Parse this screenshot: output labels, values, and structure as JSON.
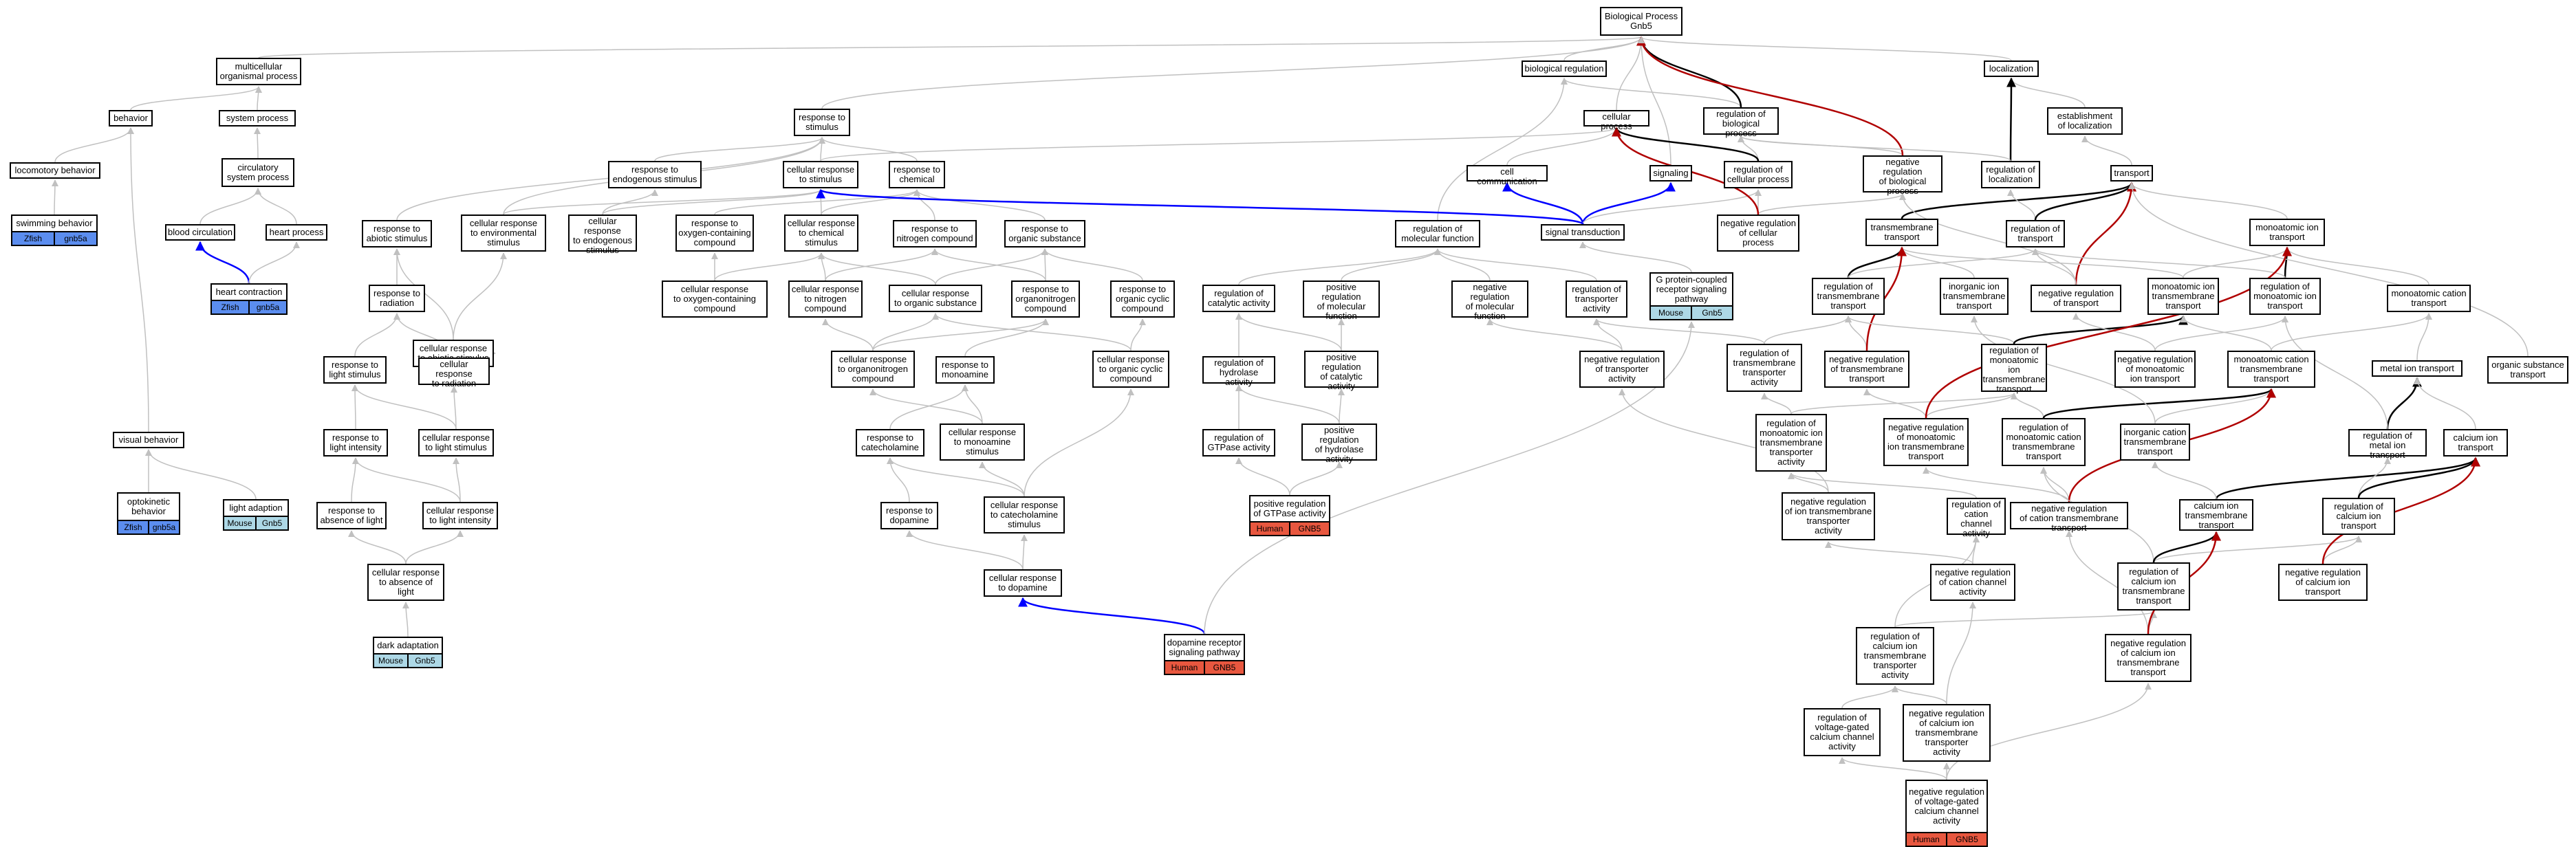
{
  "colors": {
    "edge_default": "#c0c0c0",
    "edge_black": "#000000",
    "edge_red": "#b00000",
    "edge_blue": "#0000ff",
    "zfish_tag": "#5b8def",
    "mouse_tag": "#add8e6",
    "human_tag": "#e8573f"
  },
  "nodes": [
    {
      "id": "bp",
      "label": "Biological Process\nGnb5"
    },
    {
      "id": "multi",
      "label": "multicellular\norganismal process"
    },
    {
      "id": "behavior",
      "label": "behavior"
    },
    {
      "id": "sysproc",
      "label": "system process"
    },
    {
      "id": "loco",
      "label": "locomotory behavior"
    },
    {
      "id": "circ",
      "label": "circulatory\nsystem process"
    },
    {
      "id": "swim",
      "label": "swimming behavior",
      "tags": [
        {
          "org": "Zfish",
          "gene": "gnb5a"
        }
      ]
    },
    {
      "id": "bloodcirc",
      "label": "blood circulation"
    },
    {
      "id": "heartproc",
      "label": "heart process"
    },
    {
      "id": "heartcon",
      "label": "heart contraction",
      "tags": [
        {
          "org": "Zfish",
          "gene": "gnb5a"
        }
      ]
    },
    {
      "id": "visual",
      "label": "visual behavior"
    },
    {
      "id": "optok",
      "label": "optokinetic\nbehavior",
      "tags": [
        {
          "org": "Zfish",
          "gene": "gnb5a"
        }
      ]
    },
    {
      "id": "lightadapt",
      "label": "light adaption",
      "tags": [
        {
          "org": "Mouse",
          "gene": "Gnb5"
        }
      ]
    },
    {
      "id": "darkadapt",
      "label": "dark adaptation",
      "tags": [
        {
          "org": "Mouse",
          "gene": "Gnb5"
        }
      ]
    },
    {
      "id": "respstim",
      "label": "response to\nstimulus"
    },
    {
      "id": "respabiotic",
      "label": "response to\nabiotic stimulus"
    },
    {
      "id": "crenv",
      "label": "cellular response\nto environmental\nstimulus"
    },
    {
      "id": "respendo",
      "label": "response to\nendogenous stimulus"
    },
    {
      "id": "crendo",
      "label": "cellular response\nto endogenous\nstimulus"
    },
    {
      "id": "respradiation",
      "label": "response to\nradiation"
    },
    {
      "id": "crabiotic",
      "label": "cellular response\nto abiotic stimulus"
    },
    {
      "id": "resplight",
      "label": "response to\nlight stimulus"
    },
    {
      "id": "crradiation",
      "label": "cellular response\nto radiation"
    },
    {
      "id": "resplightint",
      "label": "response to\nlight intensity"
    },
    {
      "id": "crlight",
      "label": "cellular response\nto light stimulus"
    },
    {
      "id": "respabslight",
      "label": "response to\nabsence of light"
    },
    {
      "id": "crlightint",
      "label": "cellular response\nto light intensity"
    },
    {
      "id": "crabslight",
      "label": "cellular response\nto absence of\nlight"
    },
    {
      "id": "crstim",
      "label": "cellular response\nto stimulus"
    },
    {
      "id": "respchem",
      "label": "response to\nchemical"
    },
    {
      "id": "respoxy",
      "label": "response to\noxygen-containing\ncompound"
    },
    {
      "id": "crchem",
      "label": "cellular response\nto chemical\nstimulus"
    },
    {
      "id": "respnitro",
      "label": "response to\nnitrogen compound"
    },
    {
      "id": "resporg",
      "label": "response to\norganic substance"
    },
    {
      "id": "croxy",
      "label": "cellular response\nto oxygen-containing\ncompound"
    },
    {
      "id": "crnitro",
      "label": "cellular response\nto nitrogen\ncompound"
    },
    {
      "id": "crorg",
      "label": "cellular response\nto organic substance"
    },
    {
      "id": "resporganon",
      "label": "response to\norganonitrogen\ncompound"
    },
    {
      "id": "respcyclic",
      "label": "response to\norganic cyclic\ncompound"
    },
    {
      "id": "crorganon",
      "label": "cellular response\nto organonitrogen\ncompound"
    },
    {
      "id": "respmonoamine",
      "label": "response to\nmonoamine"
    },
    {
      "id": "crcyclic",
      "label": "cellular response\nto organic cyclic\ncompound"
    },
    {
      "id": "respcatechol",
      "label": "response to\ncatecholamine"
    },
    {
      "id": "crmonoamine",
      "label": "cellular response\nto monoamine\nstimulus"
    },
    {
      "id": "respdopamine",
      "label": "response to\ndopamine"
    },
    {
      "id": "crcatechol",
      "label": "cellular response\nto catecholamine\nstimulus"
    },
    {
      "id": "crdopamine",
      "label": "cellular response\nto dopamine"
    },
    {
      "id": "dopamine",
      "label": "dopamine receptor\nsignaling pathway",
      "tags": [
        {
          "org": "Human",
          "gene": "GNB5"
        }
      ]
    },
    {
      "id": "bioreg",
      "label": "biological regulation"
    },
    {
      "id": "cellproc",
      "label": "cellular process"
    },
    {
      "id": "regbioproc",
      "label": "regulation of\nbiological process"
    },
    {
      "id": "cellcomm",
      "label": "cell communication"
    },
    {
      "id": "signaling",
      "label": "signaling"
    },
    {
      "id": "regcellproc",
      "label": "regulation of\ncellular process"
    },
    {
      "id": "negregbio",
      "label": "negative regulation\nof biological\nprocess"
    },
    {
      "id": "regmolfunc",
      "label": "regulation of\nmolecular function"
    },
    {
      "id": "sigtrans",
      "label": "signal transduction"
    },
    {
      "id": "negregcell",
      "label": "negative regulation\nof cellular\nprocess"
    },
    {
      "id": "gpcr",
      "label": "G protein-coupled\nreceptor signaling\npathway",
      "tags": [
        {
          "org": "Mouse",
          "gene": "Gnb5"
        }
      ]
    },
    {
      "id": "regcatalytic",
      "label": "regulation of\ncatalytic activity"
    },
    {
      "id": "posregmol",
      "label": "positive regulation\nof molecular\nfunction"
    },
    {
      "id": "negregmol",
      "label": "negative regulation\nof molecular\nfunction"
    },
    {
      "id": "regtransporter",
      "label": "regulation of\ntransporter\nactivity"
    },
    {
      "id": "reghydrolase",
      "label": "regulation of\nhydrolase activity"
    },
    {
      "id": "posregcat",
      "label": "positive regulation\nof catalytic\nactivity"
    },
    {
      "id": "negregtransporter",
      "label": "negative regulation\nof transporter\nactivity"
    },
    {
      "id": "reggtpase",
      "label": "regulation of\nGTPase activity"
    },
    {
      "id": "posreghydro",
      "label": "positive regulation\nof hydrolase\nactivity"
    },
    {
      "id": "posreggtpase",
      "label": "positive regulation\nof GTPase activity",
      "tags": [
        {
          "org": "Human",
          "gene": "GNB5"
        }
      ]
    },
    {
      "id": "localization",
      "label": "localization"
    },
    {
      "id": "estloc",
      "label": "establishment\nof localization"
    },
    {
      "id": "regloc",
      "label": "regulation of\nlocalization"
    },
    {
      "id": "transport",
      "label": "transport"
    },
    {
      "id": "tmtransport",
      "label": "transmembrane\ntransport"
    },
    {
      "id": "regtransport",
      "label": "regulation of\ntransport"
    },
    {
      "id": "monoion",
      "label": "monoatomic ion\ntransport"
    },
    {
      "id": "regtmtransport",
      "label": "regulation of\ntransmembrane\ntransport"
    },
    {
      "id": "inorgion",
      "label": "inorganic ion\ntransmembrane\ntransport"
    },
    {
      "id": "negregtransport",
      "label": "negative regulation\nof transport"
    },
    {
      "id": "monoiontm",
      "label": "monoatomic ion\ntransmembrane\ntransport"
    },
    {
      "id": "regmonoion",
      "label": "regulation of\nmonoatomic ion\ntransport"
    },
    {
      "id": "monocation",
      "label": "monoatomic cation\ntransport"
    },
    {
      "id": "regtmtransporteract",
      "label": "regulation of\ntransmembrane\ntransporter\nactivity"
    },
    {
      "id": "negregtm",
      "label": "negative regulation\nof transmembrane\ntransport"
    },
    {
      "id": "regmonoiontm",
      "label": "regulation of\nmonoatomic ion\ntransmembrane\ntransport"
    },
    {
      "id": "negregmonoion",
      "label": "negative regulation\nof monoatomic\nion transport"
    },
    {
      "id": "monocationtm",
      "label": "monoatomic cation\ntransmembrane\ntransport"
    },
    {
      "id": "metalion",
      "label": "metal ion transport"
    },
    {
      "id": "orgsubtrans",
      "label": "organic substance\ntransport"
    },
    {
      "id": "regmonoiontmact",
      "label": "regulation of\nmonoatomic ion\ntransmembrane\ntransporter\nactivity"
    },
    {
      "id": "negregmonoiontm",
      "label": "negative regulation\nof monoatomic\nion transmembrane\ntransport"
    },
    {
      "id": "regmonocationtm",
      "label": "regulation of\nmonoatomic cation\ntransmembrane\ntransport"
    },
    {
      "id": "inorgcation",
      "label": "inorganic cation\ntransmembrane\ntransport"
    },
    {
      "id": "regmetalion",
      "label": "regulation of\nmetal ion transport"
    },
    {
      "id": "calciumion",
      "label": "calcium ion\ntransport"
    },
    {
      "id": "negregiontmact",
      "label": "negative regulation\nof ion transmembrane\ntransporter\nactivity"
    },
    {
      "id": "regcationchan",
      "label": "regulation of\ncation channel\nactivity"
    },
    {
      "id": "negregcationtm",
      "label": "negative regulation\nof cation transmembrane\ntransport"
    },
    {
      "id": "calciumiontm",
      "label": "calcium ion\ntransmembrane\ntransport"
    },
    {
      "id": "regcalciumion",
      "label": "regulation of\ncalcium ion\ntransport"
    },
    {
      "id": "negregcationchan",
      "label": "negative regulation\nof cation channel\nactivity"
    },
    {
      "id": "regcalciumiontm",
      "label": "regulation of\ncalcium ion\ntransmembrane\ntransport"
    },
    {
      "id": "negregcalciumion",
      "label": "negative regulation\nof calcium ion\ntransport"
    },
    {
      "id": "regcalciumiontmact",
      "label": "regulation of\ncalcium ion\ntransmembrane\ntransporter\nactivity"
    },
    {
      "id": "negregcalciumiontm",
      "label": "negative regulation\nof calcium ion\ntransmembrane\ntransport"
    },
    {
      "id": "regvgcc",
      "label": "regulation of\nvoltage-gated\ncalcium channel\nactivity"
    },
    {
      "id": "negregcalciumiontmact",
      "label": "negative regulation\nof calcium ion\ntransmembrane\ntransporter\nactivity"
    },
    {
      "id": "negregvgcc",
      "label": "negative regulation\nof voltage-gated\ncalcium channel\nactivity",
      "tags": [
        {
          "org": "Human",
          "gene": "GNB5"
        }
      ]
    }
  ]
}
